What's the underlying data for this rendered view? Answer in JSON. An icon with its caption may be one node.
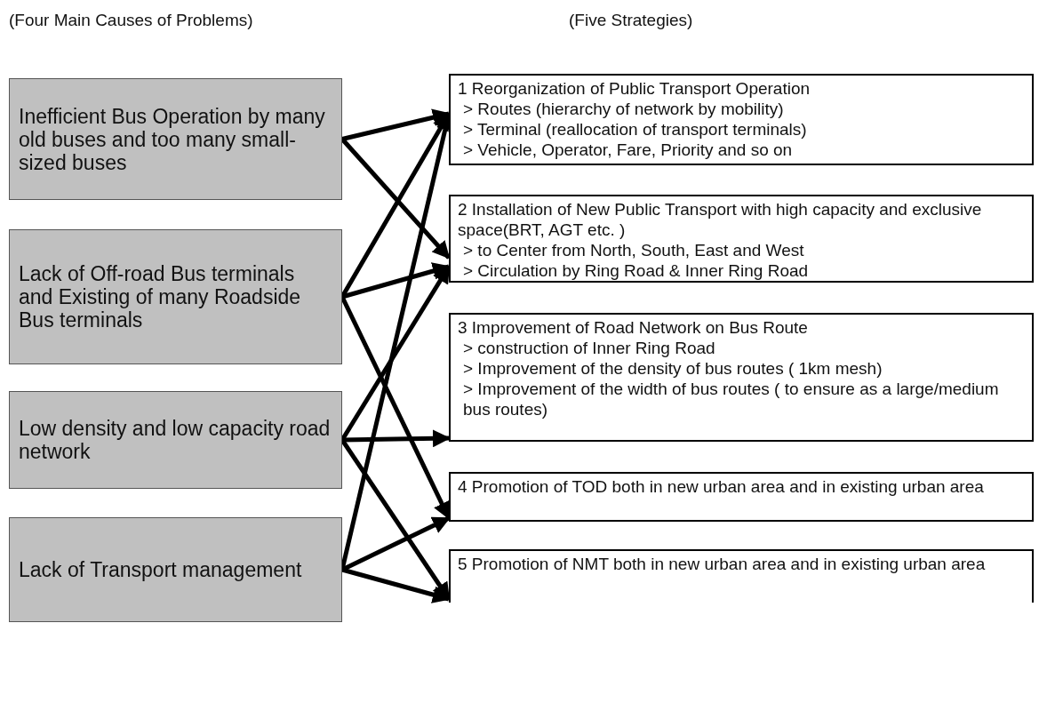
{
  "diagram": {
    "nodes": [
      {
        "text": [
          "Inefficient Bus Operation by many old buses and too many small-sized buses"
        ]
      },
      {
        "text": [
          "Lack of Off-road Bus terminals and Existing of many Roadside Bus terminals"
        ]
      },
      {
        "text": [
          "Low density and low capacity road network"
        ]
      },
      {
        "text": [
          "Lack of Transport management"
        ]
      },
      {
        "text": [
          "1 Reorganization of Public Transport Operation",
          "> Routes (hierarchy of network by mobility)",
          "> Terminal (reallocation of transport terminals)",
          "> Vehicle, Operator, Fare, Priority and so on"
        ]
      },
      {
        "text": [
          "2 Installation of New Public Transport with high capacity and exclusive space(BRT, AGT etc. )",
          "> to Center from North, South, East and West",
          "> Circulation by Ring Road & Inner Ring Road"
        ]
      },
      {
        "text": [
          "3 Improvement of Road Network on Bus Route",
          "> construction of Inner Ring Road",
          "> Improvement of the density of bus routes ( 1km mesh)",
          "> Improvement of the width of bus routes ( to ensure as a large/medium bus routes)"
        ]
      },
      {
        "text": [
          "4 Promotion of TOD both in new urban area and in existing urban area"
        ]
      },
      {
        "text": [
          "5 Promotion of NMT both in new urban area and in existing urban area"
        ]
      }
    ],
    "edges": [
      {
        "from": 0,
        "to": 4,
        "arrow": "to"
      },
      {
        "from": 0,
        "to": 5,
        "arrow": "to"
      },
      {
        "from": 1,
        "to": 4,
        "arrow": "to"
      },
      {
        "from": 1,
        "to": 5,
        "arrow": "to"
      },
      {
        "from": 1,
        "to": 7,
        "arrow": "to"
      },
      {
        "from": 2,
        "to": 5,
        "arrow": "to"
      },
      {
        "from": 2,
        "to": 6,
        "arrow": "to"
      },
      {
        "from": 2,
        "to": 8,
        "arrow": "to"
      },
      {
        "from": 3,
        "to": 4,
        "arrow": "to"
      },
      {
        "from": 3,
        "to": 7,
        "arrow": "to"
      },
      {
        "from": 3,
        "to": 8,
        "arrow": "to"
      }
    ],
    "labels": [
      "(Four Main Causes of Problems)",
      "(Five Strategies)"
    ]
  }
}
